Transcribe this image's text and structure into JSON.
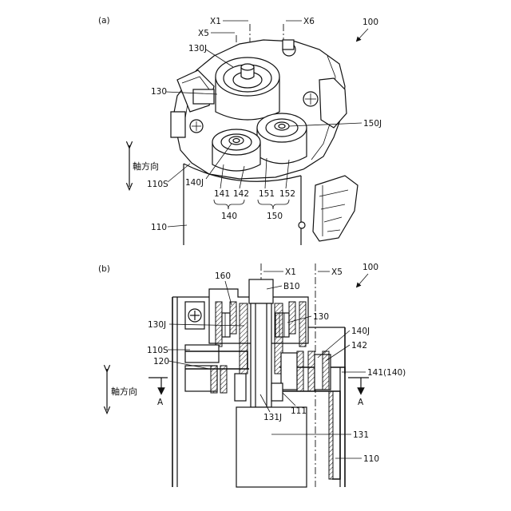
{
  "figure_a": {
    "panel_label": "(a)",
    "axis_labels": {
      "x1": "X1",
      "x5": "X5",
      "x6": "X6"
    },
    "refs": {
      "r100": "100",
      "r130J": "130J",
      "r130": "130",
      "r150J": "150J",
      "r110S": "110S",
      "r140J": "140J",
      "r141": "141",
      "r142": "142",
      "r151": "151",
      "r152": "152",
      "r140": "140",
      "r150": "150",
      "r110": "110"
    },
    "direction_label": "軸方向"
  },
  "figure_b": {
    "panel_label": "(b)",
    "axis_labels": {
      "x1": "X1",
      "x5": "X5"
    },
    "refs": {
      "r100": "100",
      "r160": "160",
      "rB10": "B10",
      "r130": "130",
      "r130J": "130J",
      "r140J": "140J",
      "r142": "142",
      "r110S": "110S",
      "r120": "120",
      "r141_140": "141(140)",
      "r131J": "131J",
      "r111": "111",
      "r131": "131",
      "r110": "110"
    },
    "section_left": "A",
    "section_right": "A",
    "direction_label": "軸方向"
  }
}
